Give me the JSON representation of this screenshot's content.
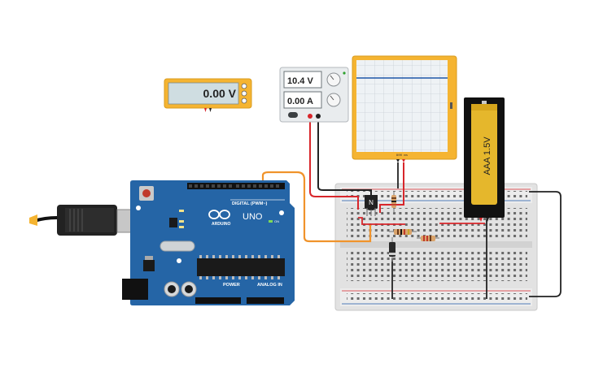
{
  "multimeter": {
    "reading": "0.00 V",
    "accent": "#f5b431"
  },
  "power_supply": {
    "voltage": "10.4 V",
    "current": "0.00 A"
  },
  "oscilloscope": {
    "footer_label": "800 ms"
  },
  "battery": {
    "label": "AAA 1.5V",
    "color": "#e5b72c"
  },
  "arduino": {
    "board_name": "UNO",
    "brand": "ARDUINO",
    "digital_header": "DIGITAL (PWM~)",
    "power_header": "POWER",
    "analog_header": "ANALOG IN",
    "on_label": "ON",
    "board_color": "#2565a6"
  },
  "transistor": {
    "label": "N"
  },
  "colors": {
    "wire_red": "#d8262b",
    "wire_black": "#222222",
    "wire_orange": "#f0932b",
    "trace_blue": "#1e56a8"
  }
}
